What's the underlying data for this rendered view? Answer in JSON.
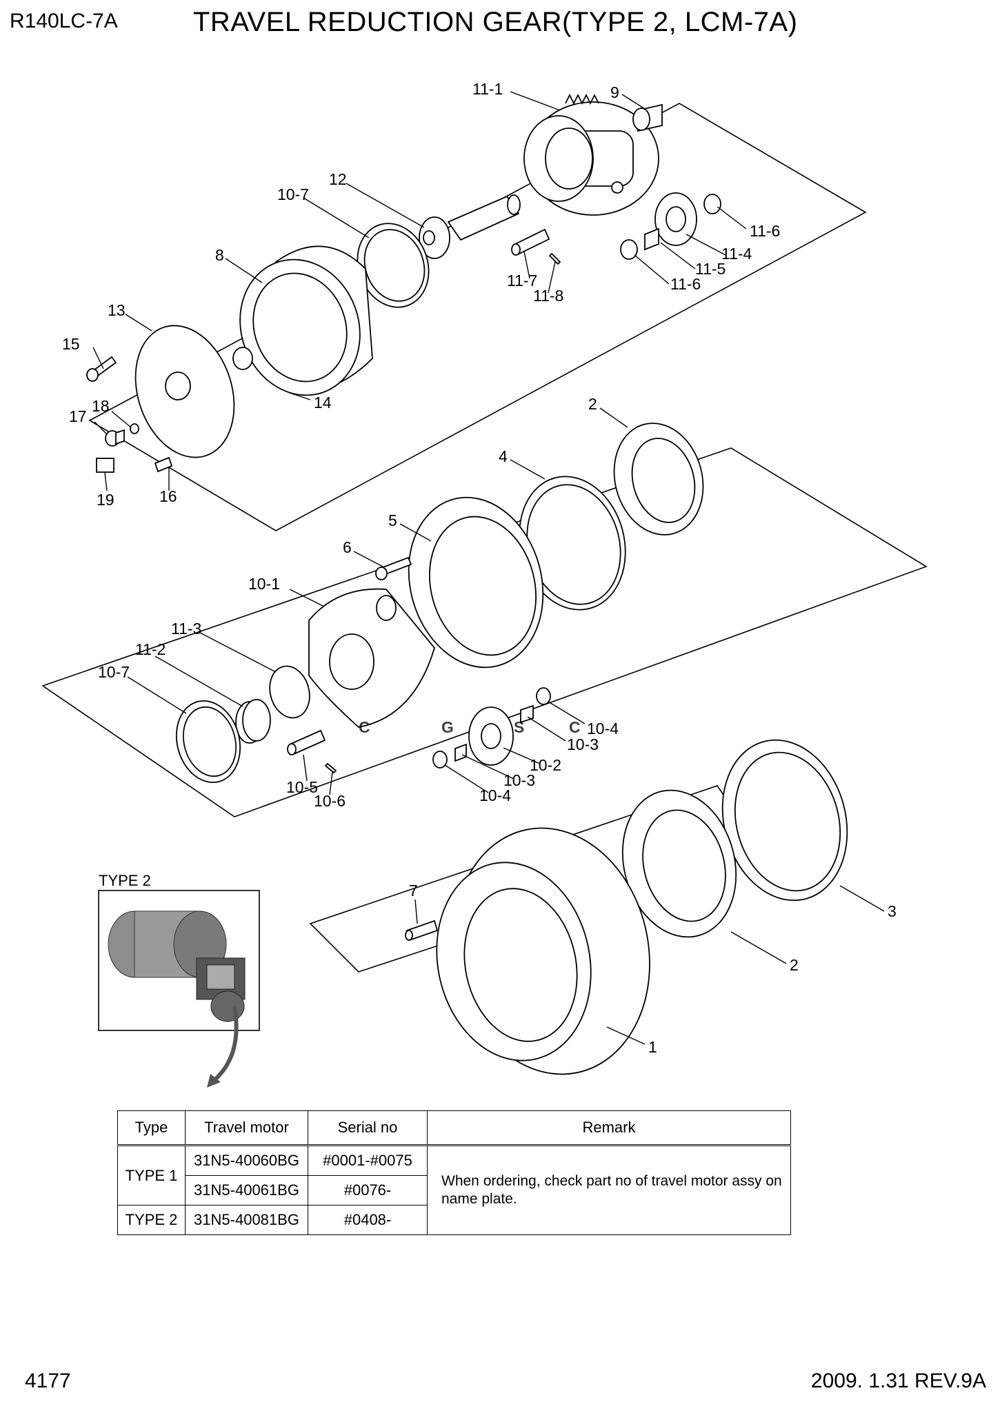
{
  "header": {
    "model": "R140LC-7A",
    "title": "TRAVEL REDUCTION GEAR(TYPE 2, LCM-7A)"
  },
  "callouts": {
    "c11_1": "11-1",
    "c9": "9",
    "c12": "12",
    "c10_7a": "10-7",
    "c8": "8",
    "c13": "13",
    "c15": "15",
    "c18": "18",
    "c17": "17",
    "c14": "14",
    "c19": "19",
    "c16": "16",
    "c11_6a": "11-6",
    "c11_4": "11-4",
    "c11_5": "11-5",
    "c11_6b": "11-6",
    "c11_7": "11-7",
    "c11_8": "11-8",
    "c2a": "2",
    "c4": "4",
    "c5": "5",
    "c6": "6",
    "c10_1": "10-1",
    "c11_3": "11-3",
    "c11_2": "11-2",
    "c10_7b": "10-7",
    "c10_4a": "10-4",
    "c10_3a": "10-3",
    "c10_2": "10-2",
    "c10_3b": "10-3",
    "c10_4b": "10-4",
    "c10_5": "10-5",
    "c10_6": "10-6",
    "c7": "7",
    "c3": "3",
    "c2b": "2",
    "c1": "1"
  },
  "inset": {
    "label": "TYPE 2"
  },
  "watermark": {
    "letters": [
      "C",
      "G",
      "S",
      "C"
    ],
    "colors": [
      "#4a86e8",
      "#e8453c",
      "#f4c20d",
      "#3aaa5c"
    ]
  },
  "table": {
    "headers": [
      "Type",
      "Travel motor",
      "Serial no",
      "Remark"
    ],
    "rows": [
      {
        "type": "TYPE 1",
        "motor": "31N5-40060BG",
        "serial": "#0001-#0075"
      },
      {
        "type": "",
        "motor": "31N5-40061BG",
        "serial": "#0076-"
      },
      {
        "type": "TYPE 2",
        "motor": "31N5-40081BG",
        "serial": "#0408-"
      }
    ],
    "remark": "When ordering, check part no of travel motor assy on name plate."
  },
  "footer": {
    "page": "4177",
    "revision": "2009. 1.31  REV.9A"
  }
}
